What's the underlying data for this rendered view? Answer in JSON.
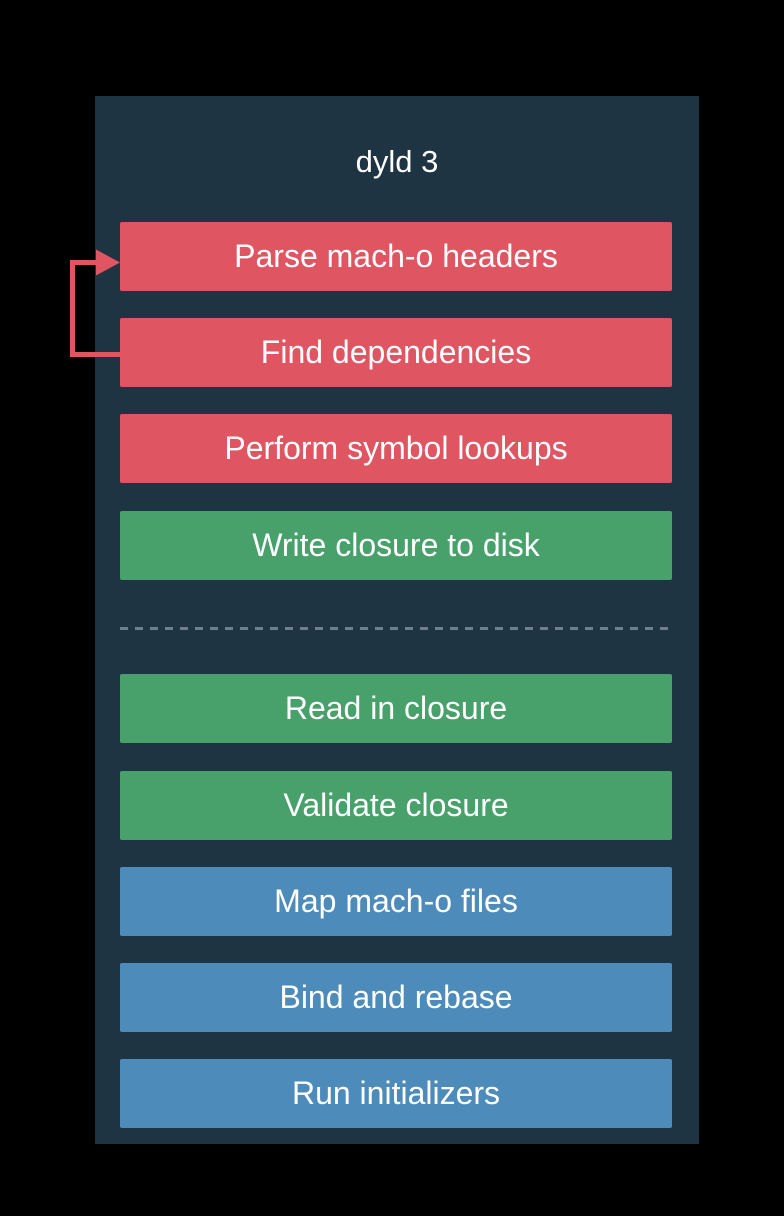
{
  "title": "dyld 3",
  "steps_before_divider": [
    {
      "label": "Parse mach-o headers",
      "color": "#df5562"
    },
    {
      "label": "Find dependencies",
      "color": "#df5562"
    },
    {
      "label": "Perform symbol lookups",
      "color": "#df5562"
    },
    {
      "label": "Write closure to disk",
      "color": "#48a06b"
    }
  ],
  "steps_after_divider": [
    {
      "label": "Read in closure",
      "color": "#48a06b"
    },
    {
      "label": "Validate closure",
      "color": "#48a06b"
    },
    {
      "label": "Map mach-o files",
      "color": "#4d8cba"
    },
    {
      "label": "Bind and rebase",
      "color": "#4d8cba"
    },
    {
      "label": "Run initializers",
      "color": "#4d8cba"
    }
  ],
  "arrow": {
    "from": "Find dependencies",
    "to": "Parse mach-o headers",
    "color": "#df5562"
  },
  "colors": {
    "background": "#000000",
    "panel": "#1f3443",
    "red": "#df5562",
    "green": "#48a06b",
    "blue": "#4d8cba",
    "divider": "#6f808c",
    "text": "#ffffff"
  }
}
